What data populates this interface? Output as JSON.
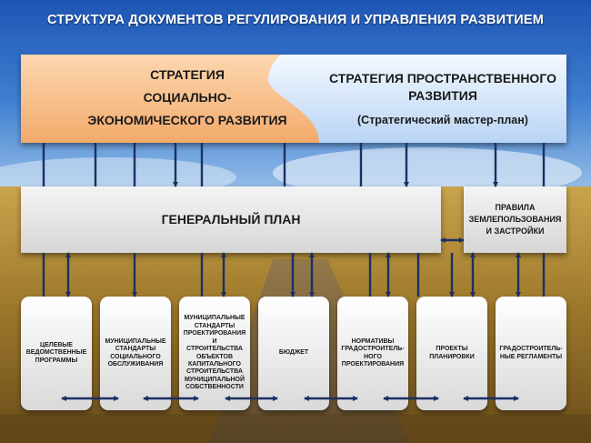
{
  "title": "СТРУКТУРА ДОКУМЕНТОВ РЕГУЛИРОВАНИЯ И УПРАВЛЕНИЯ РАЗВИТИЕМ",
  "strategy_socio_economic": {
    "line1": "СТРАТЕГИЯ",
    "line2": "СОЦИАЛЬНО-",
    "line3": "ЭКОНОМИЧЕСКОГО РАЗВИТИЯ"
  },
  "strategy_spatial": {
    "line1": "СТРАТЕГИЯ ПРОСТРАНСТВЕННОГО",
    "line2": "РАЗВИТИЯ",
    "line3": "(Стратегический мастер-план)"
  },
  "general_plan": "ГЕНЕРАЛЬНЫЙ ПЛАН",
  "land_use_rules": {
    "line1": "ПРАВИЛА",
    "line2": "ЗЕМЛЕПОЛЬЗОВАНИЯ",
    "line3": "И ЗАСТРОЙКИ"
  },
  "documents": [
    {
      "lines": [
        "ЦЕЛЕВЫЕ",
        "ВЕДОМСТВЕННЫЕ",
        "ПРОГРАММЫ"
      ]
    },
    {
      "lines": [
        "МУНИЦИПАЛЬНЫЕ",
        "СТАНДАРТЫ",
        "СОЦИАЛЬНОГО",
        "ОБСЛУЖИВАНИЯ"
      ]
    },
    {
      "lines": [
        "МУНИЦИПАЛЬНЫЕ",
        "СТАНДАРТЫ",
        "ПРОЕКТИРОВАНИЯ И",
        "СТРОИТЕЛЬСТВА",
        "ОБЪЕКТОВ",
        "КАПИТАЛЬНОГО",
        "СТРОИТЕЛЬСТВА",
        "МУНИЦИПАЛЬНОЙ",
        "СОБСТВЕННОСТИ"
      ]
    },
    {
      "lines": [
        "БЮДЖЕТ"
      ]
    },
    {
      "lines": [
        "НОРМАТИВЫ",
        "ГРАДОСТРОИТЕЛЬ-",
        "НОГО",
        "ПРОЕКТИРОВАНИЯ"
      ]
    },
    {
      "lines": [
        "ПРОЕКТЫ",
        "ПЛАНИРОВКИ"
      ]
    },
    {
      "lines": [
        "ГРАДОСТРОИТЕЛЬ-",
        "НЫЕ РЕГЛАМЕНТЫ"
      ]
    }
  ],
  "colors": {
    "arrow": "#1c2f63",
    "left_box": "#f7c28e",
    "right_box": "#cfe2f9"
  }
}
